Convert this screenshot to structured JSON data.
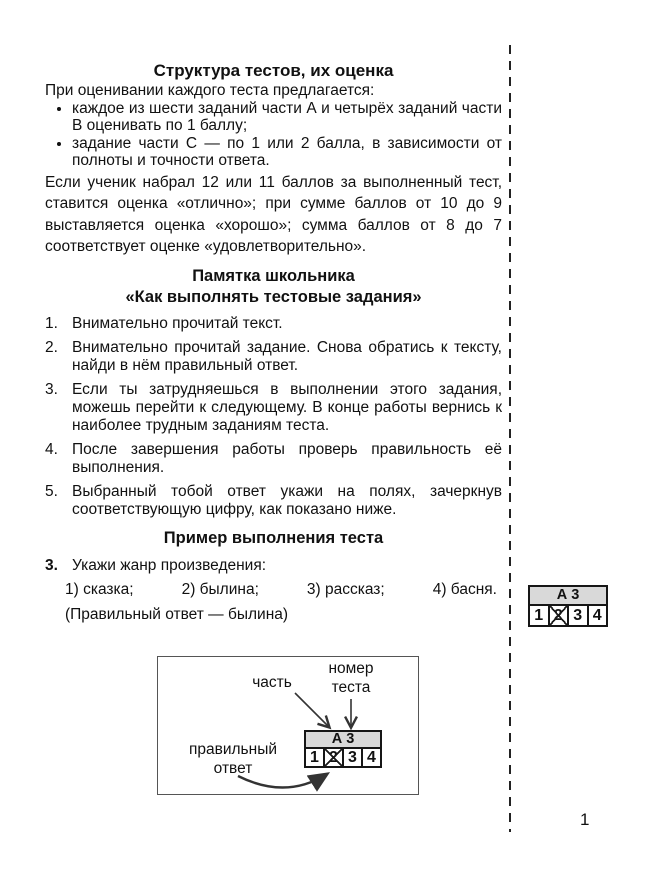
{
  "page": {
    "number": "1"
  },
  "section_structure": {
    "title": "Структура тестов, их оценка",
    "lead": "При оценивании каждого теста предлагается:",
    "bullets": [
      "каждое из шести заданий части А и четырёх заданий части В оценивать по 1 баллу;",
      "задание части С — по 1 или 2 балла, в зависимости от полноты и точности ответа."
    ],
    "grading_rules": "Если ученик набрал 12 или 11 баллов за выполненный тест, ставится оценка «отлично»; при сумме баллов от 10 до 9 выставляется оценка «хорошо»; сумма баллов от 8 до 7 соответствует оценке «удовлетворительно»."
  },
  "memo": {
    "heading_line1": "Памятка школьника",
    "heading_line2": "«Как выполнять тестовые задания»",
    "items": [
      {
        "num": "1.",
        "text": "Внимательно прочитай текст."
      },
      {
        "num": "2.",
        "text": "Внимательно прочитай задание. Снова обратись к тексту, найди в нём правильный ответ."
      },
      {
        "num": "3.",
        "text": "Если ты затрудняешься в выполнении этого задания, можешь перейти к следующему. В конце работы вернись к наиболее трудным заданиям теста."
      },
      {
        "num": "4.",
        "text": "После завершения работы проверь правильность её выполнения."
      },
      {
        "num": "5.",
        "text": "Выбранный тобой ответ укажи на полях, зачеркнув соответствующую цифру, как показано ниже."
      }
    ]
  },
  "example": {
    "heading": "Пример выполнения теста",
    "question_number": "3.",
    "question_text": "Укажи жанр произведения:",
    "options": [
      "1) сказка;",
      "2) былина;",
      "3) рассказ;",
      "4) басня."
    ],
    "answer_note": "(Правильный ответ — былина)"
  },
  "diagram": {
    "label_part": "часть",
    "label_test_number_line1": "номер",
    "label_test_number_line2": "теста",
    "label_correct_answer_line1": "правильный",
    "label_correct_answer_line2": "ответ",
    "answer_table": {
      "header": "А 3",
      "cells": [
        "1",
        "2",
        "3",
        "4"
      ],
      "crossed_value": "2"
    }
  },
  "margin_answer_table": {
    "header": "А 3",
    "cells": [
      "1",
      "2",
      "3",
      "4"
    ],
    "crossed_value": "2"
  },
  "colors": {
    "ink": "#111111",
    "table_header_bg": "#d9d9d9",
    "table_border": "#161616",
    "arrow": "#333333"
  }
}
